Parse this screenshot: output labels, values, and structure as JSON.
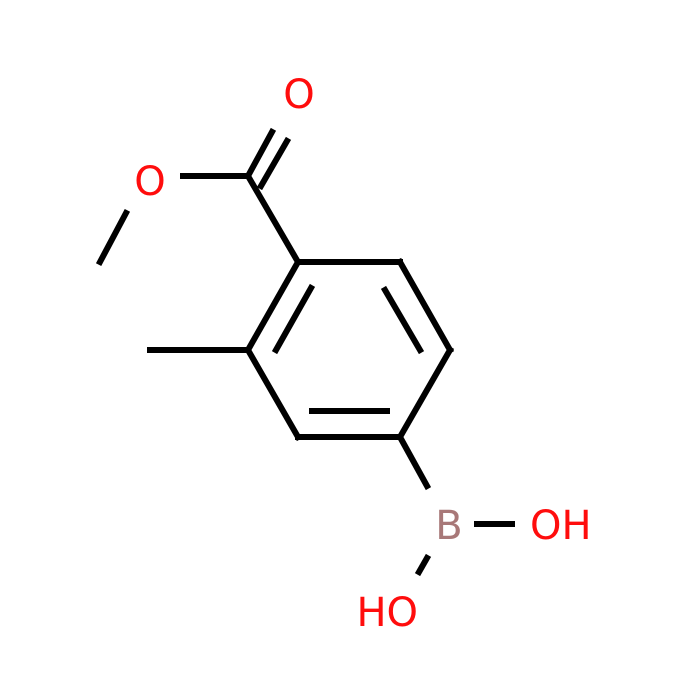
{
  "molecule": {
    "atom_labels": {
      "carbonyl_o": "O",
      "ester_o": "O",
      "boron": "B",
      "oh_right": "OH",
      "oh_left": "HO"
    },
    "colors": {
      "bond": "#000000",
      "oxygen": "#ff0d0d",
      "boron": "#a87878",
      "background": "#ffffff"
    }
  }
}
